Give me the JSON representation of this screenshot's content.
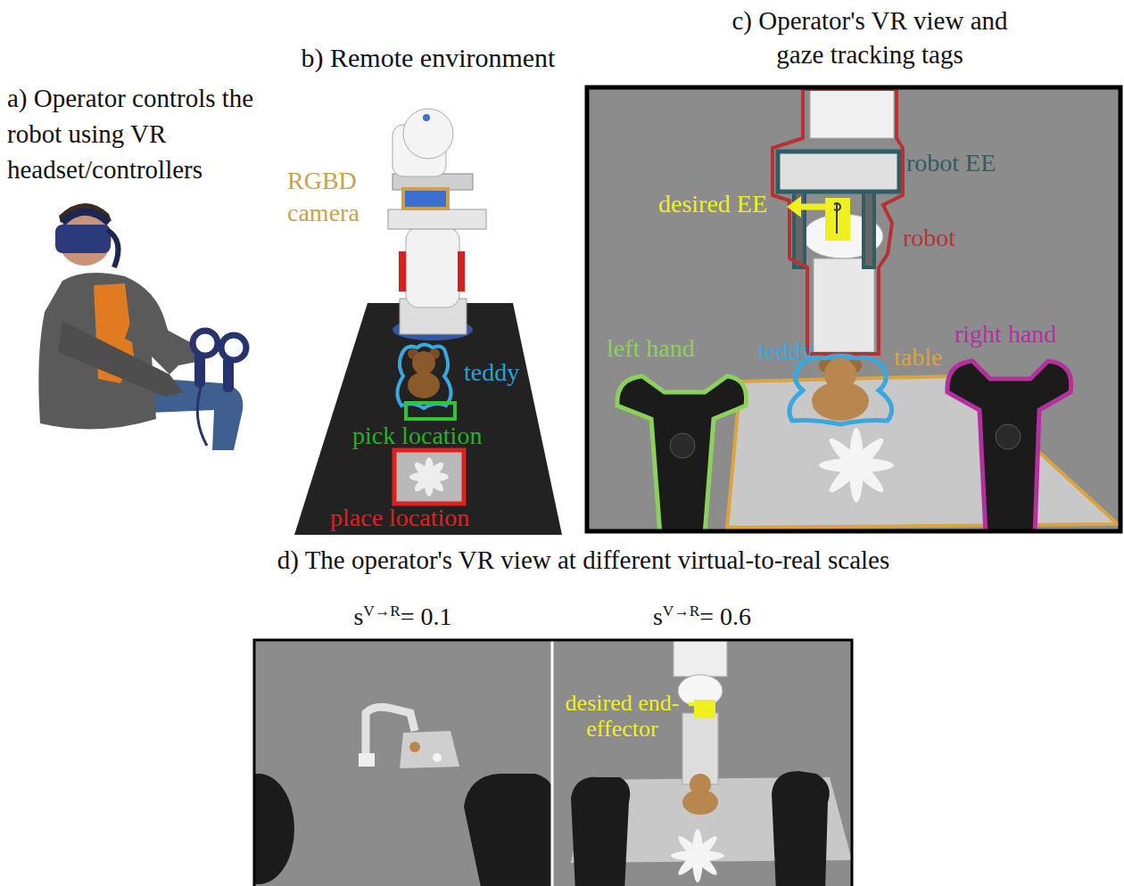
{
  "diagram": {
    "nodes": [
      {
        "text": [
          "a) Operator controls the robot using VR headset/controllers"
        ]
      },
      {
        "text": [
          "b) Remote environment"
        ]
      },
      {
        "text": [
          "c) Operator's VR view and gaze tracking tags"
        ]
      },
      {
        "text": [
          "d) The operator's VR view at different virtual-to-real scales"
        ]
      },
      {
        "text": [
          "s",
          "V→R",
          "= 0.1"
        ],
        "in": 3
      },
      {
        "text": [
          "s",
          "V→R",
          "= 0.6"
        ],
        "in": 3
      }
    ],
    "labels": [
      "RGBD camera",
      "teddy",
      "pick location",
      "place location",
      "robot EE",
      "desired EE",
      "robot",
      "left hand",
      "teddy",
      "table",
      "right hand",
      "desired end-effector"
    ]
  }
}
